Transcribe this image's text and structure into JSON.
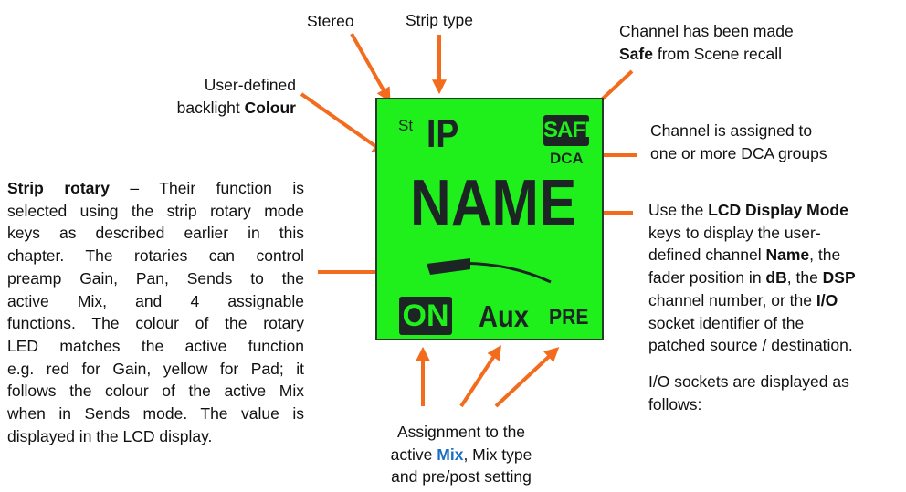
{
  "colors": {
    "lcd_backlight": "#1ff01c",
    "arrow": "#f36b1c",
    "mix_highlight": "#1a6fc4",
    "lcd_text": "#1c2524"
  },
  "lcd": {
    "stereo": "St",
    "strip_type": "IP",
    "safe": "SAFE",
    "dca": "DCA",
    "name": "NAME",
    "on": "ON",
    "mix_type": "Aux",
    "pre_post": "PRE"
  },
  "labels": {
    "stereo": "Stereo",
    "strip_type": "Strip type",
    "safe_line1": "Channel has been made",
    "safe_line2_bold": "Safe",
    "safe_line2_rest": " from Scene recall",
    "colour_line1": "User-defined",
    "colour_line2_pre": "backlight ",
    "colour_line2_bold": "Colour",
    "dca_line1": "Channel is assigned to",
    "dca_line2": "one or more DCA groups",
    "mix_line1": "Assignment to the",
    "mix_line2_pre": "active ",
    "mix_line2_bold": "Mix",
    "mix_line2_rest": ", Mix type",
    "mix_line3": "and pre/post setting"
  },
  "rotary_text": {
    "title": "Strip rotary",
    "lines": [
      " – Their function is",
      "selected using the strip rotary mode",
      "keys as described earlier in this",
      "chapter. The rotaries can control",
      "preamp Gain, Pan, Sends to the",
      "active Mix, and 4 assignable",
      "functions. The colour of the rotary",
      "LED matches the active function",
      "e.g. red for Gain, yellow for Pad; it",
      "follows the colour of the active Mix",
      "when in Sends mode. The value is",
      "displayed in the LCD display."
    ]
  },
  "display_mode_text": {
    "l1a": "Use the ",
    "l1b": "LCD Display Mode",
    "l2": "keys to display the user-",
    "l3a": "defined channel ",
    "l3b": "Name",
    ", l3c": "",
    "l3c": ", the",
    "l4a": "fader position in ",
    "l4b": "dB",
    ", l4c": "",
    "l4c": ", the ",
    "l4d": "DSP",
    "l5a": "channel number, or the ",
    "l5b": "I/O",
    "l6": "socket identifier of the",
    "l7": "patched source / destination.",
    "io1": "I/O sockets are displayed as",
    "io2": "follows:"
  }
}
